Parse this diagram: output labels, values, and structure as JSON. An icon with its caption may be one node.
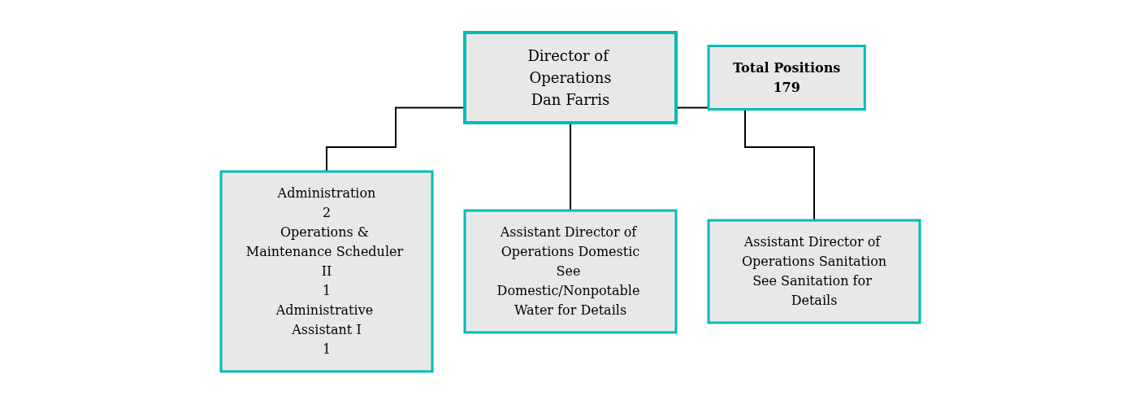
{
  "diagram": {
    "nodes": [
      {
        "text": [
          "Director of Operations",
          "Dan Farris"
        ]
      },
      {
        "text": [
          "Assistant Director of Operations Domestic",
          "See Domestic/Nonpotable Water for Details"
        ]
      },
      {
        "text": [
          "Assistant Director of Operations Sanitation",
          "See Sanitation for Details"
        ]
      },
      {
        "text": [
          "Administration",
          "2",
          "Operations & Maintenance Scheduler II",
          "1",
          "Administrative Assistant I",
          "1"
        ]
      },
      {
        "text": [
          "Total Positions",
          "179"
        ]
      }
    ],
    "edges": [
      {
        "from": 0,
        "to": 3,
        "arrow": "none"
      },
      {
        "from": 0,
        "to": 1,
        "arrow": "none"
      },
      {
        "from": 0,
        "to": 2,
        "arrow": "none"
      }
    ]
  }
}
